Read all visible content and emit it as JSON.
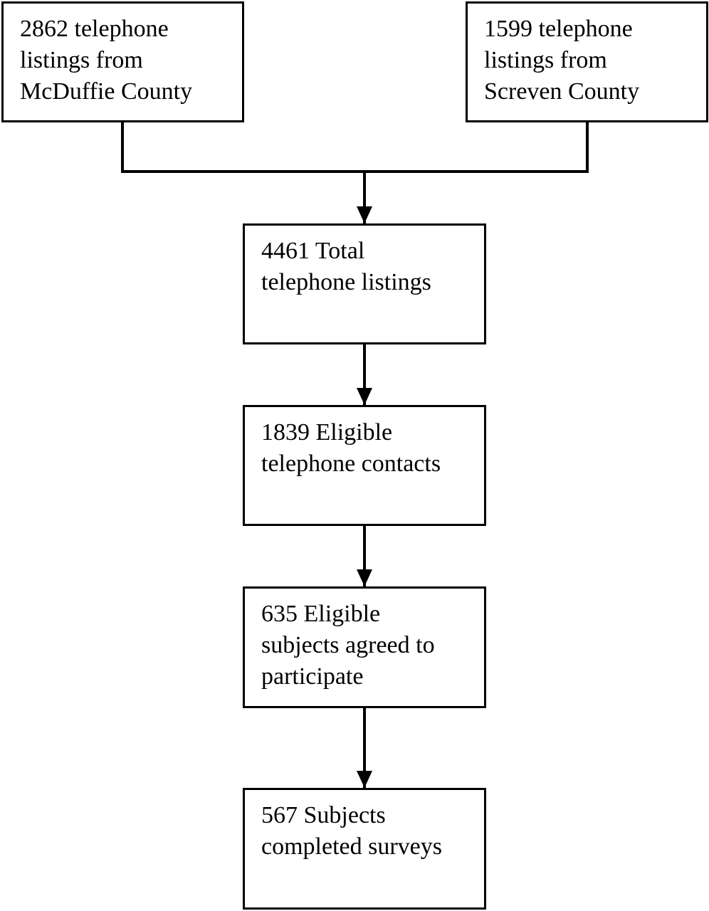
{
  "nodes": {
    "mcduffie": {
      "lines": [
        "2862 telephone",
        "listings from",
        "McDuffie County"
      ]
    },
    "screven": {
      "lines": [
        "1599 telephone",
        "listings from",
        "Screven County"
      ]
    },
    "total": {
      "lines": [
        "4461 Total",
        "telephone listings"
      ]
    },
    "eligible": {
      "lines": [
        "1839 Eligible",
        "telephone contacts"
      ]
    },
    "agreed": {
      "lines": [
        "635 Eligible",
        "subjects agreed to",
        "participate"
      ]
    },
    "completed": {
      "lines": [
        "567 Subjects",
        "completed surveys"
      ]
    }
  },
  "edges": [
    {
      "from": "mcduffie",
      "to": "total"
    },
    {
      "from": "screven",
      "to": "total"
    },
    {
      "from": "total",
      "to": "eligible"
    },
    {
      "from": "eligible",
      "to": "agreed"
    },
    {
      "from": "agreed",
      "to": "completed"
    }
  ],
  "colors": {
    "stroke": "#000000",
    "background": "#ffffff"
  }
}
